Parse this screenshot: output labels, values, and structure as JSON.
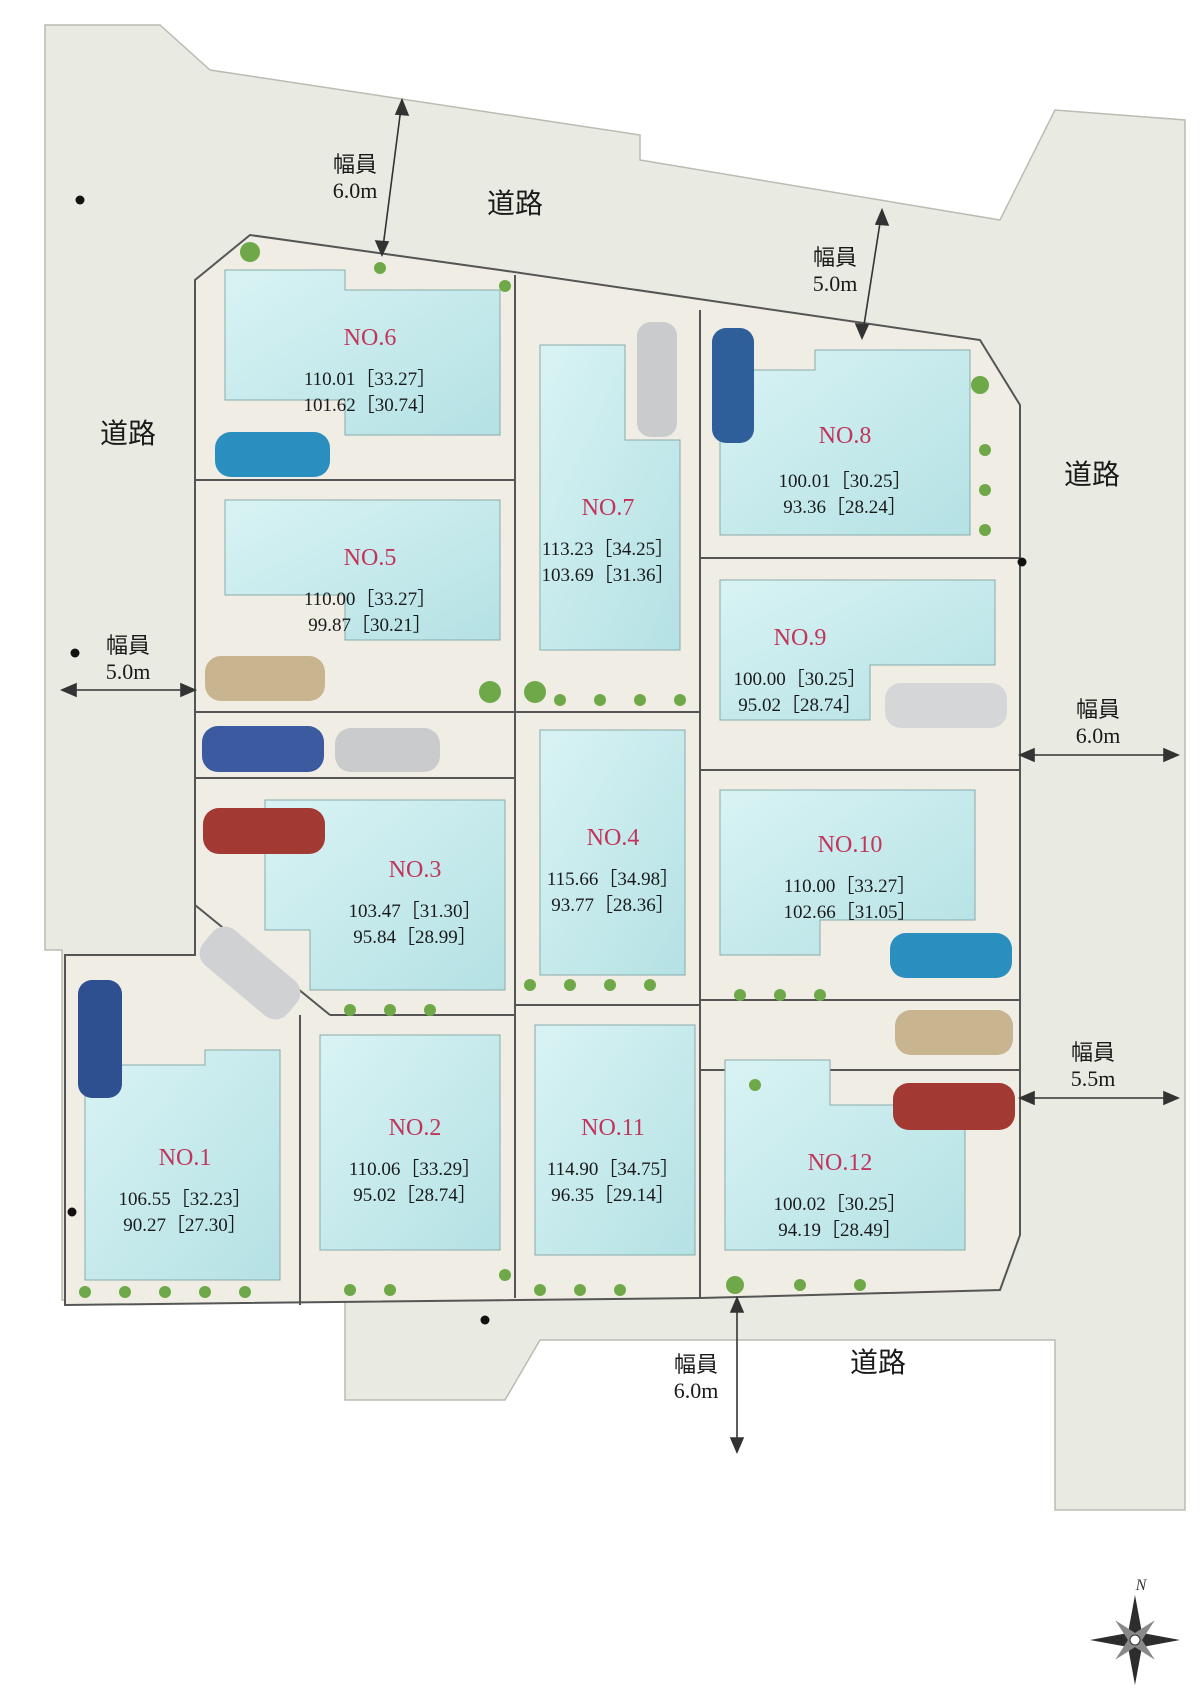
{
  "roads": [
    {
      "id": "top",
      "label": "道路"
    },
    {
      "id": "left",
      "label": "道路"
    },
    {
      "id": "right",
      "label": "道路"
    },
    {
      "id": "bottom",
      "label": "道路"
    }
  ],
  "widths": [
    {
      "id": "top",
      "line1": "幅員",
      "line2": "6.0m"
    },
    {
      "id": "upper-right",
      "line1": "幅員",
      "line2": "5.0m"
    },
    {
      "id": "left",
      "line1": "幅員",
      "line2": "5.0m"
    },
    {
      "id": "right-mid",
      "line1": "幅員",
      "line2": "6.0m"
    },
    {
      "id": "right-low",
      "line1": "幅員",
      "line2": "5.5m"
    },
    {
      "id": "bottom",
      "line1": "幅員",
      "line2": "6.0m"
    }
  ],
  "lots": [
    {
      "no": "NO.1",
      "land": "106.55［32.23］",
      "building": "90.27［27.30］"
    },
    {
      "no": "NO.2",
      "land": "110.06［33.29］",
      "building": "95.02［28.74］"
    },
    {
      "no": "NO.3",
      "land": "103.47［31.30］",
      "building": "95.84［28.99］"
    },
    {
      "no": "NO.4",
      "land": "115.66［34.98］",
      "building": "93.77［28.36］"
    },
    {
      "no": "NO.5",
      "land": "110.00［33.27］",
      "building": "99.87［30.21］"
    },
    {
      "no": "NO.6",
      "land": "110.01［33.27］",
      "building": "101.62［30.74］"
    },
    {
      "no": "NO.7",
      "land": "113.23［34.25］",
      "building": "103.69［31.36］"
    },
    {
      "no": "NO.8",
      "land": "100.01［30.25］",
      "building": "93.36［28.24］"
    },
    {
      "no": "NO.9",
      "land": "100.00［30.25］",
      "building": "95.02［28.74］"
    },
    {
      "no": "NO.10",
      "land": "110.00［33.27］",
      "building": "102.66［31.05］"
    },
    {
      "no": "NO.11",
      "land": "114.90［34.75］",
      "building": "96.35［29.14］"
    },
    {
      "no": "NO.12",
      "land": "100.02［30.25］",
      "building": "94.19［28.49］"
    }
  ],
  "compass": {
    "north": "N"
  },
  "colors": {
    "road": "#e9ebe3",
    "yard": "#efede4",
    "building": "#c7ebed",
    "lot_title": "#c0365a",
    "shrub": "#6fa848"
  }
}
